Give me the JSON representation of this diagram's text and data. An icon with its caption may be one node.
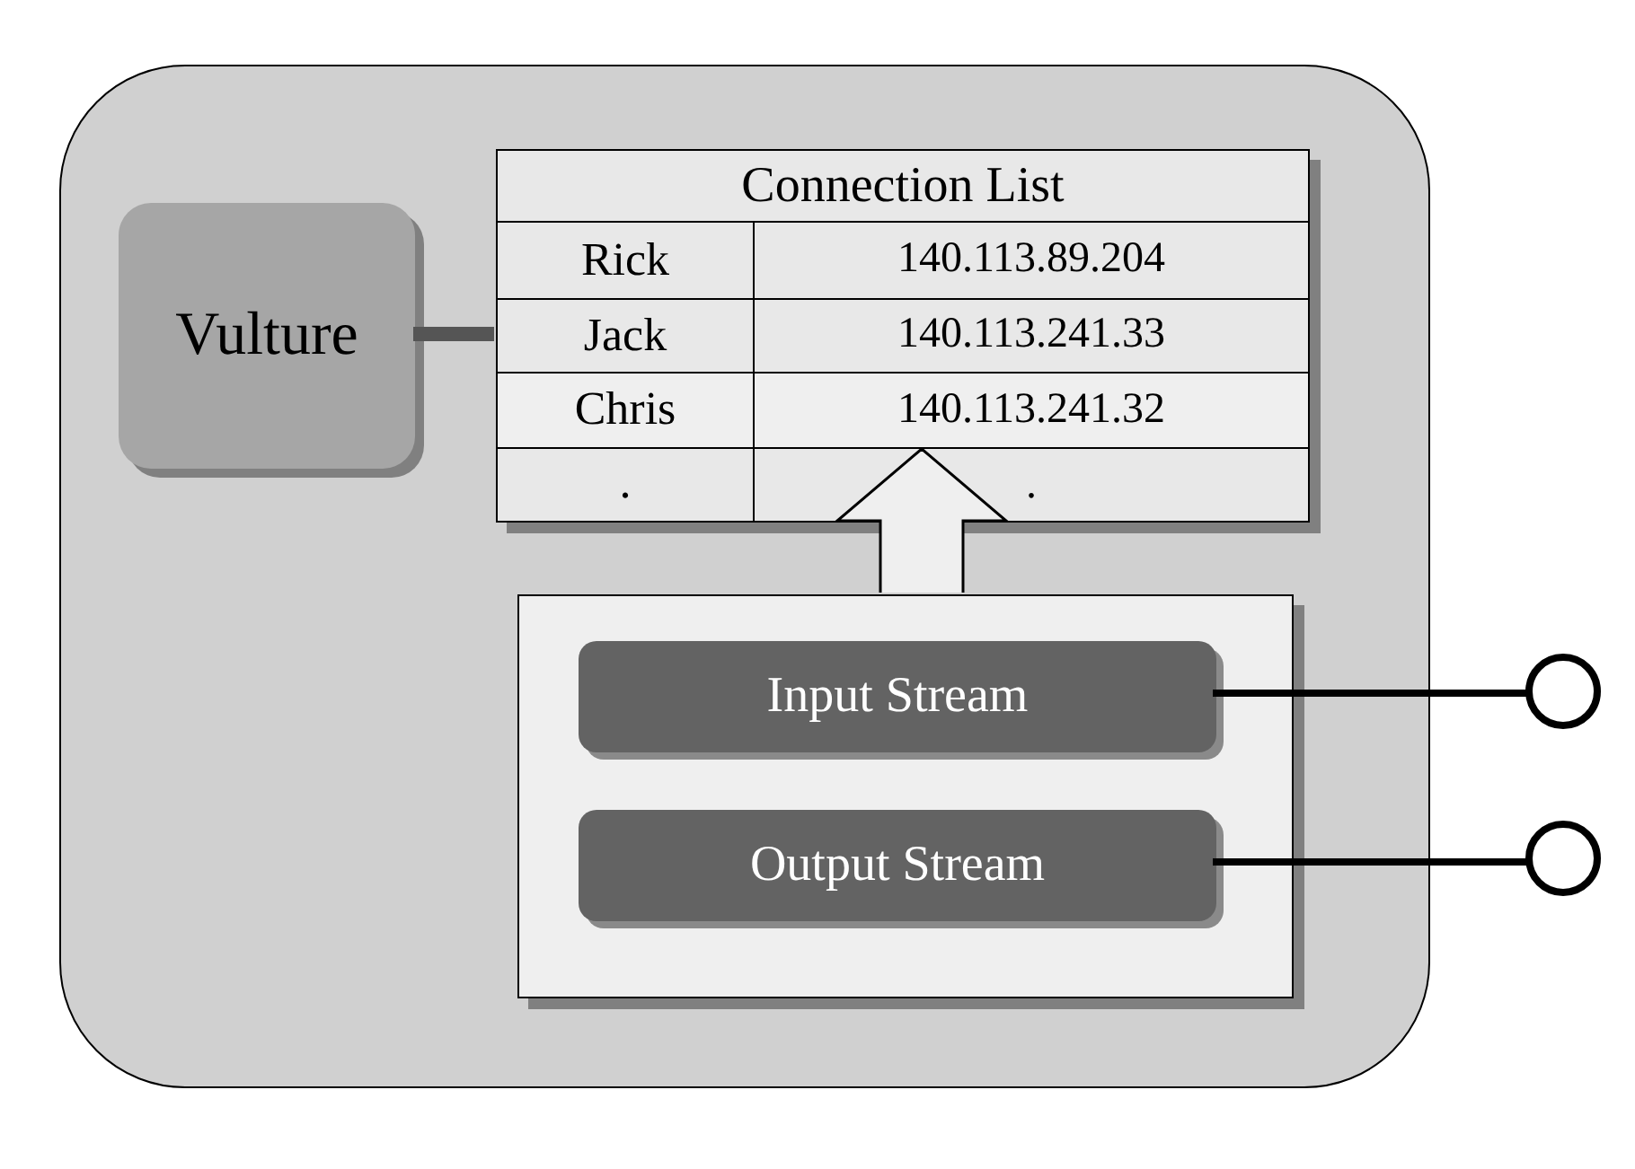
{
  "diagram": {
    "nodes": [
      {
        "text": [],
        "shape": "box"
      },
      {
        "text": [
          "Vulture"
        ],
        "in": 0
      },
      {
        "text": [
          "Connection List"
        ],
        "in": 0
      },
      {
        "text": [],
        "shape": "box",
        "in": 0
      },
      {
        "text": [
          "Input Stream"
        ],
        "in": 3
      },
      {
        "text": [
          "Output Stream"
        ],
        "in": 3
      },
      {
        "text": [],
        "shape": "circle"
      },
      {
        "text": [],
        "shape": "circle"
      }
    ],
    "edges": [
      {
        "from": 1,
        "to": 2,
        "arrow": "none",
        "style": "thick"
      },
      {
        "from": 3,
        "to": 2,
        "arrow": "to",
        "style": "thick"
      },
      {
        "from": 4,
        "to": 6,
        "arrow": "none"
      },
      {
        "from": 5,
        "to": 7,
        "arrow": "none"
      }
    ],
    "labels": [
      "Rick",
      "140.113.89.204",
      "Jack",
      "140.113.241.33",
      "Chris",
      "140.113.241.32",
      ".",
      "."
    ]
  }
}
